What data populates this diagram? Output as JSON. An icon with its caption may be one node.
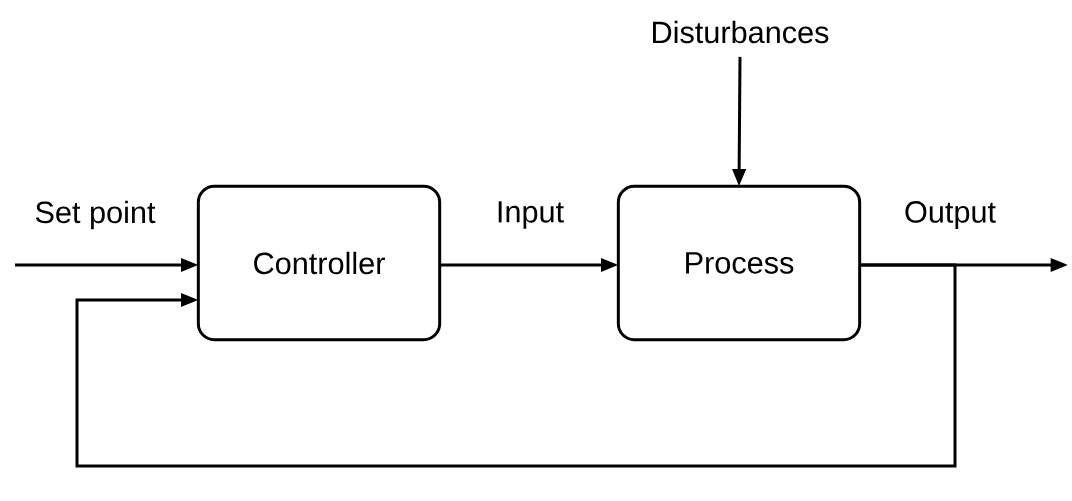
{
  "diagram": {
    "nodes": [
      {
        "text": [
          "Controller"
        ]
      },
      {
        "text": [
          "Process"
        ]
      },
      {
        "text": [
          "Disturbances"
        ]
      }
    ],
    "edges": [
      {
        "from": null,
        "to": 0,
        "arrow": "to",
        "label": "Set point"
      },
      {
        "from": 0,
        "to": 1,
        "arrow": "to",
        "label": "Input"
      },
      {
        "from": 2,
        "to": 1,
        "arrow": "to"
      },
      {
        "from": 1,
        "to": null,
        "arrow": "to",
        "label": "Output"
      },
      {
        "from": 1,
        "to": 0,
        "arrow": "to"
      }
    ]
  }
}
